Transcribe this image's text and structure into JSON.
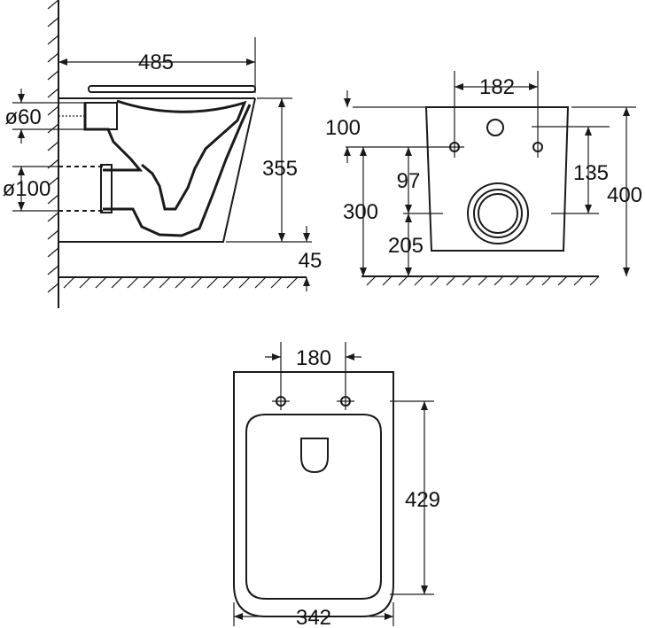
{
  "side_view": {
    "width": "485",
    "height": "355",
    "floor_gap": "45",
    "inlet_diameter": "ø60",
    "outlet_diameter": "ø100"
  },
  "front_view": {
    "bolt_spacing": "182",
    "top_offset": "100",
    "bolt_to_outlet": "97",
    "bolt_height": "300",
    "outlet_height": "205",
    "bolt_from_bottom": "135",
    "total_height": "400"
  },
  "top_view": {
    "bolt_spacing": "180",
    "depth": "429",
    "width": "342"
  },
  "colors": {
    "line": "#1a1a1a",
    "background": "#ffffff"
  }
}
